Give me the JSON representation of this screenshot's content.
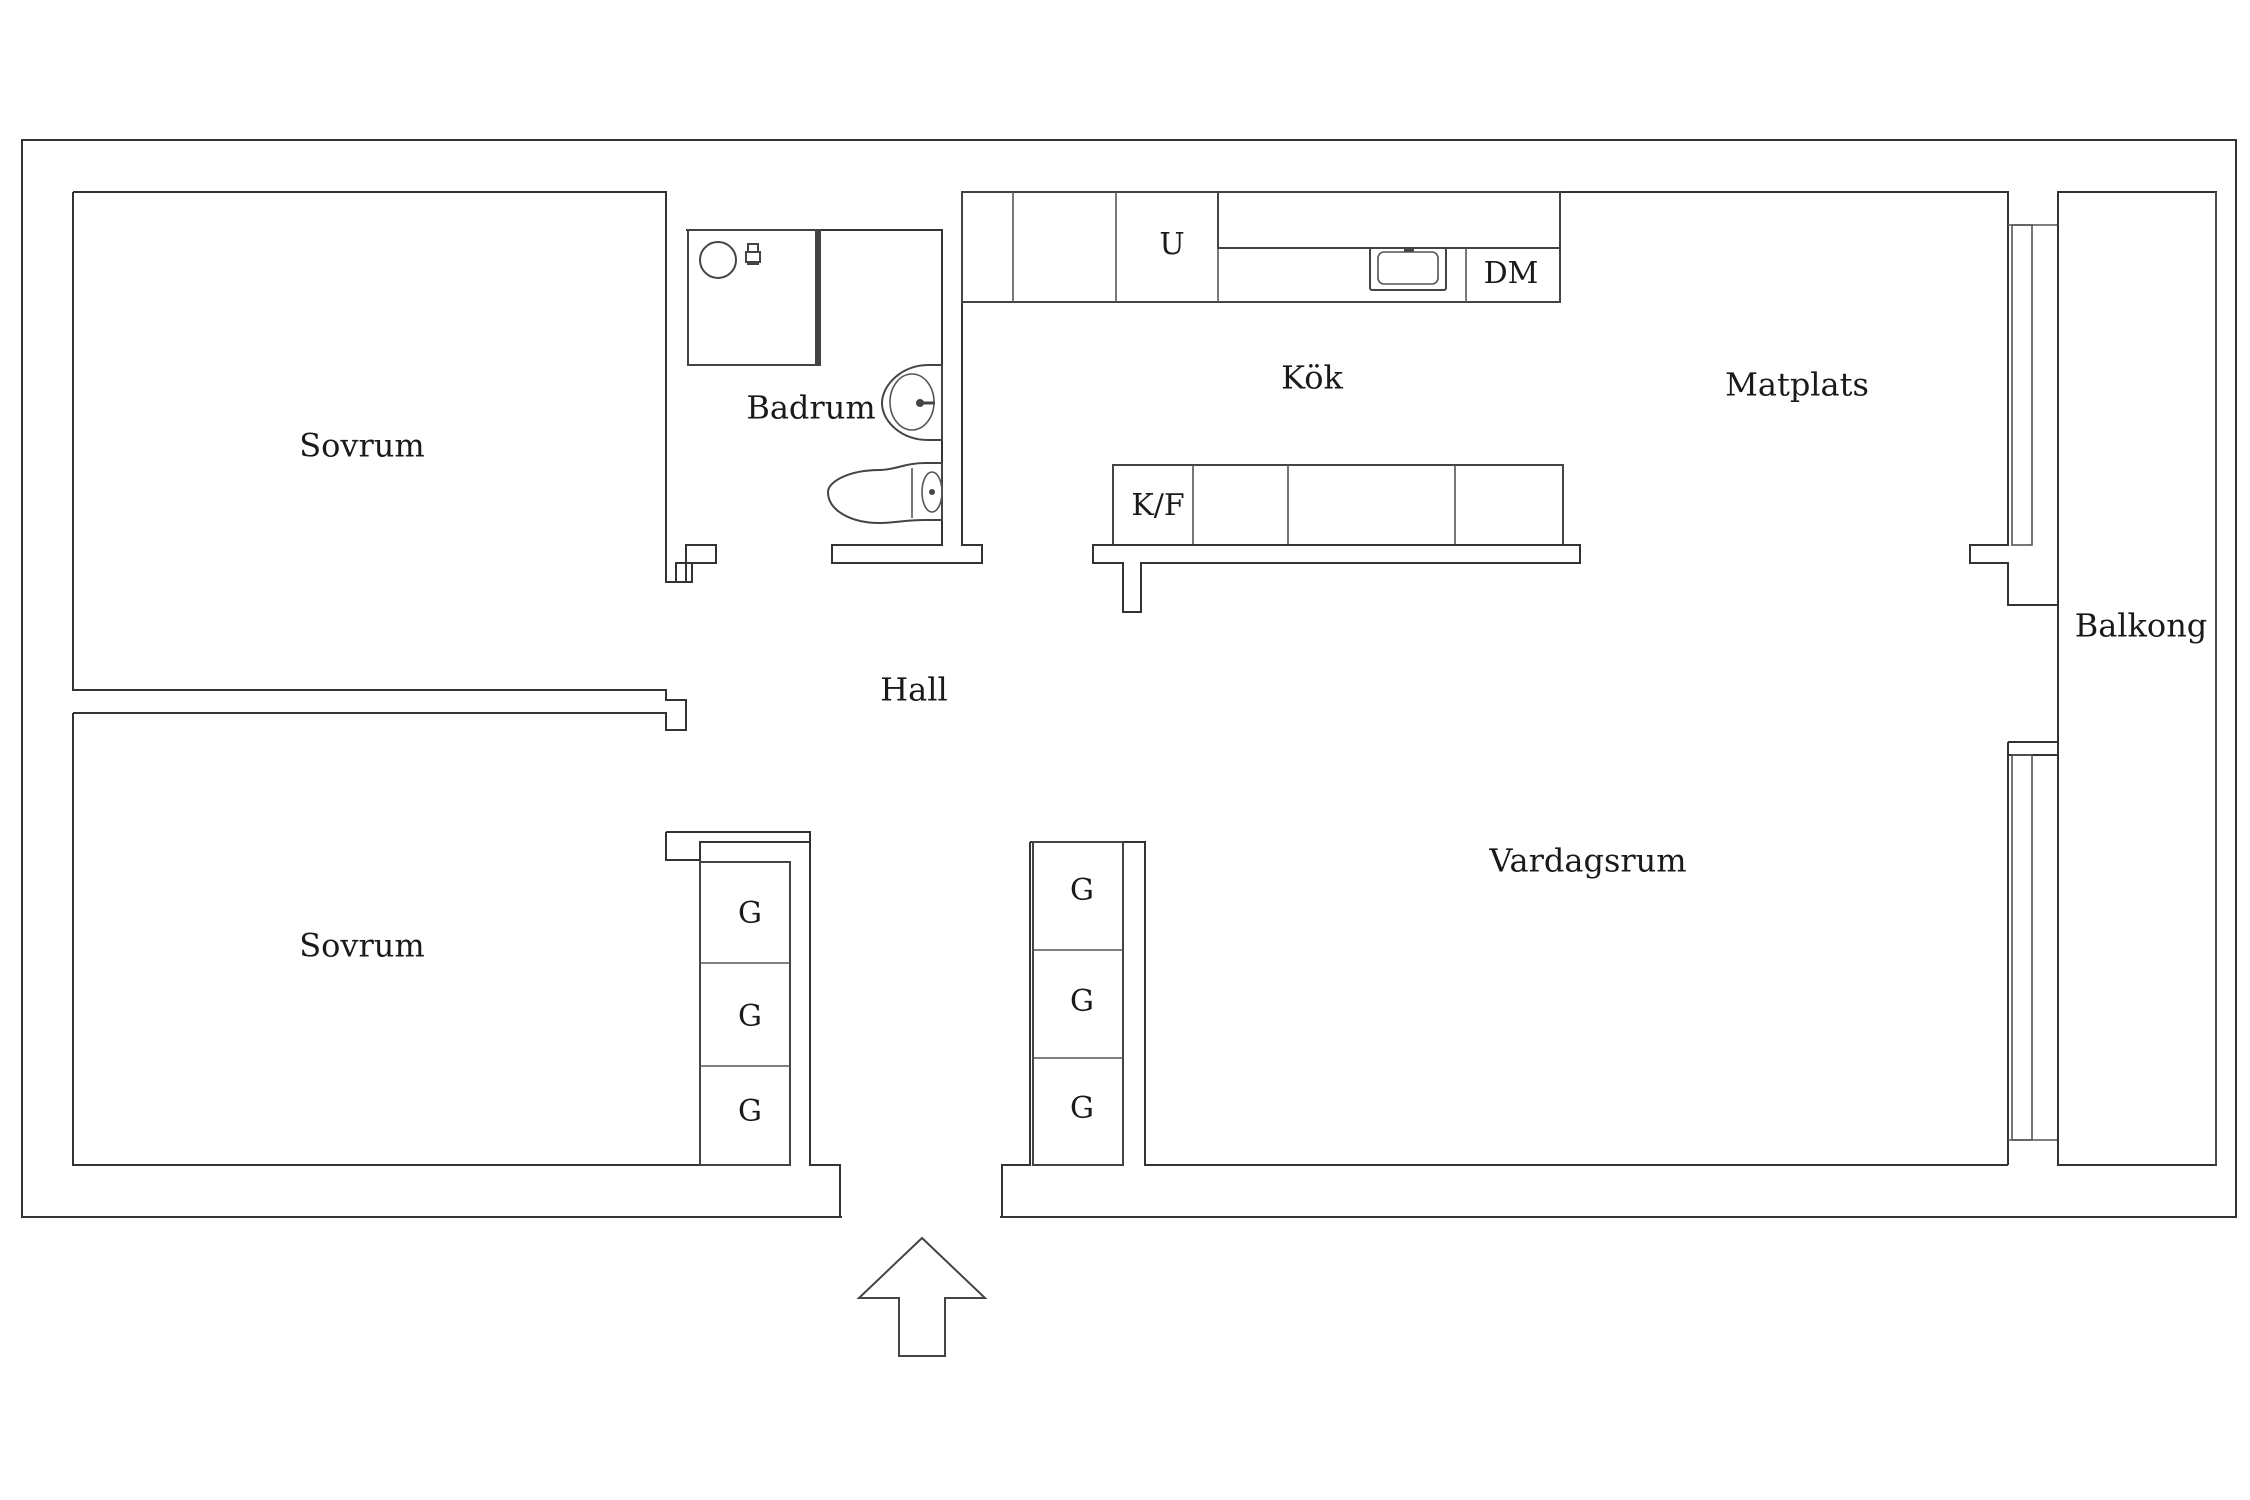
{
  "rooms": {
    "sovrum_top": "Sovrum",
    "sovrum_bottom": "Sovrum",
    "badrum": "Badrum",
    "kok": "Kök",
    "matplats": "Matplats",
    "hall": "Hall",
    "vardagsrum": "Vardagsrum",
    "balkong": "Balkong"
  },
  "fixtures": {
    "freezer": "U",
    "dishwasher": "DM",
    "fridge_freezer": "K/F",
    "wardrobe": "G"
  },
  "colors": {
    "line": "#333333",
    "background": "#ffffff"
  },
  "icons": [
    "entrance-arrow-icon",
    "sink-icon",
    "washbasin-icon",
    "toilet-icon",
    "shower-icon"
  ]
}
